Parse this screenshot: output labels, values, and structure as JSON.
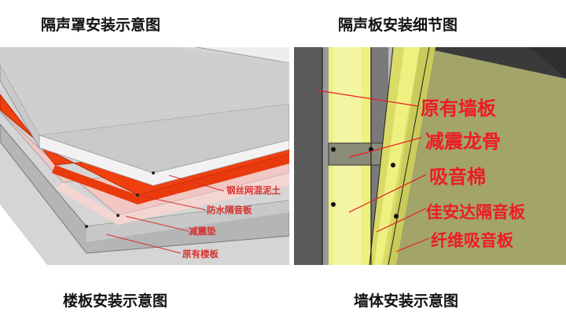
{
  "titles": {
    "top_left": "隔声罩安装示意图",
    "top_right": "隔声板安装细节图",
    "bottom_left": "楼板安装示意图",
    "bottom_right": "墙体安装示意图"
  },
  "floor_diagram": {
    "labels": [
      "钢丝网混泥土",
      "防水隔音板",
      "减震垫",
      "原有楼板"
    ]
  },
  "wall_diagram": {
    "labels": [
      "原有墙板",
      "减震龙骨",
      "吸音棉",
      "佳安达隔音板",
      "纤维吸音板"
    ]
  },
  "colors": {
    "label_red": "#ec1c24",
    "waterproof_layer": "#f04010",
    "damping_pad": "#f2c6c2",
    "insulation": "#eef080",
    "wall_bg": "#3c3c3c"
  }
}
